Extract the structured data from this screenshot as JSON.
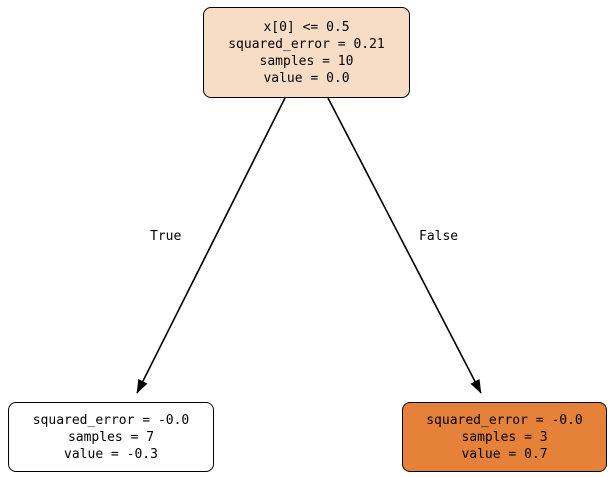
{
  "graph": {
    "type": "decision-tree",
    "background_color": "#ffffff",
    "edge_color": "#000000"
  },
  "nodes": {
    "root": {
      "id": "root",
      "fill_color": "#f8ddc6",
      "border_color": "#000000",
      "lines": [
        "x[0] <= 0.5",
        "squared_error = 0.21",
        "samples = 10",
        "value = 0.0"
      ],
      "feature": "x[0]",
      "threshold": 0.5,
      "squared_error": 0.21,
      "samples": 10,
      "value": 0.0
    },
    "leaf_left": {
      "id": "leaf_left",
      "fill_color": "#ffffff",
      "border_color": "#000000",
      "lines": [
        "squared_error = -0.0",
        "samples = 7",
        "value = -0.3"
      ],
      "squared_error": -0.0,
      "samples": 7,
      "value": -0.3
    },
    "leaf_right": {
      "id": "leaf_right",
      "fill_color": "#e58139",
      "border_color": "#000000",
      "lines": [
        "squared_error = -0.0",
        "samples = 3",
        "value = 0.7"
      ],
      "squared_error": -0.0,
      "samples": 3,
      "value": 0.7
    }
  },
  "edges": [
    {
      "from": "root",
      "to": "leaf_left",
      "label": "True"
    },
    {
      "from": "root",
      "to": "leaf_right",
      "label": "False"
    }
  ]
}
